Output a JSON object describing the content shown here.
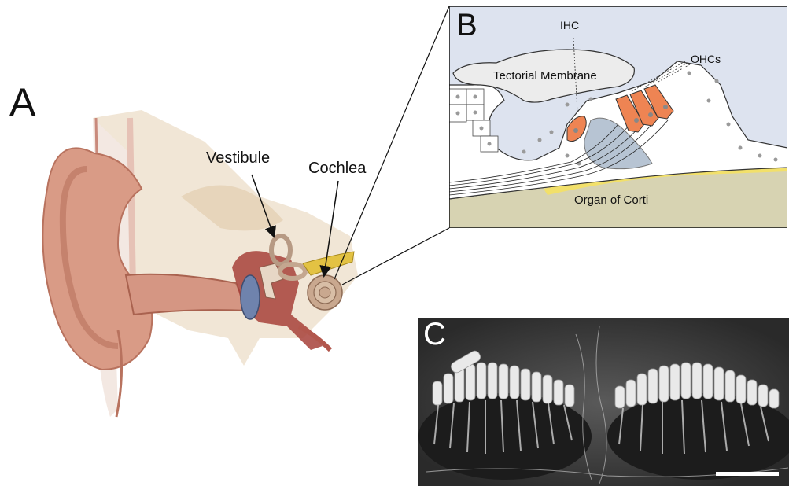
{
  "panels": {
    "a": {
      "letter": "A",
      "labels": {
        "vestibule": "Vestibule",
        "cochlea": "Cochlea"
      }
    },
    "b": {
      "letter": "B",
      "labels": {
        "ihc": "IHC",
        "ohcs": "OHCs",
        "tectorial": "Tectorial Membrane",
        "organ": "Organ of Corti"
      }
    },
    "c": {
      "letter": "C"
    }
  },
  "colors": {
    "skin": "#d9a38f",
    "skin_dark": "#b8725e",
    "bone": "#efe2cf",
    "tissue_bg": "#dde3ef",
    "hair_cell": "#ee8453",
    "support_nucleus": "#9a9a9a",
    "basilar": "#f2e06a",
    "organ_base": "#d7d3b2",
    "sem_bg": "#3b3b3b"
  }
}
